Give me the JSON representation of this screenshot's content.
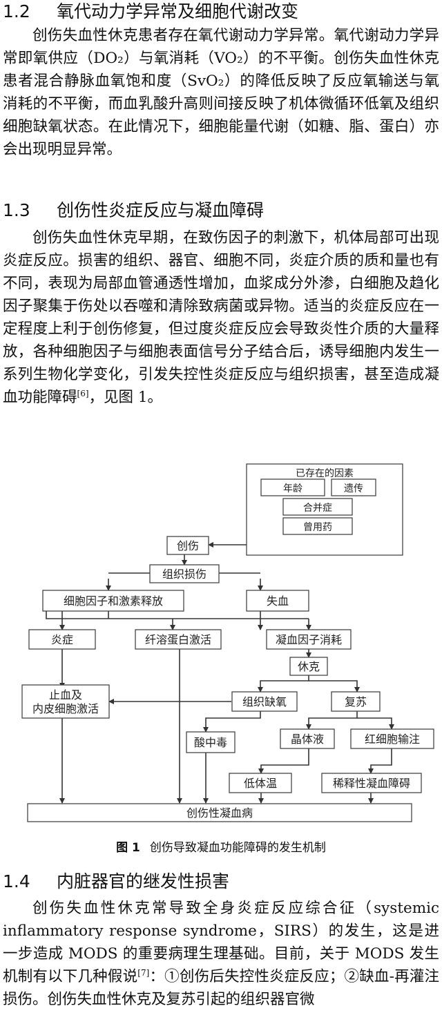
{
  "sections": [
    {
      "number": "1.2",
      "title": "氧代动力学异常及细胞代谢改变",
      "paragraph": "创伤失血性休克患者存在氧代谢动力学异常。氧代谢动力学异常即氧供应（DO₂）与氧消耗（VO₂）的不平衡。创伤失血性休克患者混合静脉血氧饱和度（SvO₂）的降低反映了反应氧输送与氧消耗的不平衡，而血乳酸升高则间接反映了机体微循环低氧及组织细胞缺氧状态。在此情况下，细胞能量代谢（如糖、脂、蛋白）亦会出现明显异常。"
    },
    {
      "number": "1.3",
      "title": "创伤性炎症反应与凝血障碍",
      "paragraph": "创伤失血性休克早期，在致伤因子的刺激下，机体局部可出现炎症反应。损害的组织、器官、细胞不同，炎症介质的质和量也有不同，表现为局部血管通透性增加，血浆成分外渗，白细胞及趋化因子聚集于伤处以吞噬和清除致病菌或异物。适当的炎症反应在一定程度上利于创伤修复，但过度炎症反应会导致炎性介质的大量释放，各种细胞因子与细胞表面信号分子结合后，诱导细胞内发生一系列生物化学变化，引发失控性炎症反应与组织损害，甚至造成凝血功能障碍",
      "citation": "[6]",
      "tail": "，见图 1。"
    },
    {
      "number": "1.4",
      "title": "内脏器官的继发性损害",
      "paragraph_a": "创伤失血性休克常导致全身炎症反应综合征（systemic inflammatory response syndrome，SIRS）的发生，这是进一步造成 MODS 的重要病理生理基础。目前，关于 MODS 发生机制有以下几种假说",
      "citation": "[7]",
      "paragraph_b": "：①创伤后失控性炎症反应；②缺血-再灌注损伤。创伤失血性休克及复苏引起的组织器官微"
    }
  ],
  "figure": {
    "label": "图 1",
    "caption": "创伤导致凝血功能障碍的发生机制",
    "nodes": {
      "preexisting": "已存在的因素",
      "age": "年龄",
      "genetics": "遗传",
      "comorbidity": "合并症",
      "medication": "曾用药",
      "trauma": "创伤",
      "tissue_injury": "组织损伤",
      "cytokine_release": "细胞因子和激素释放",
      "blood_loss": "失血",
      "inflammation": "炎症",
      "fibrinolysis": "纤溶蛋白激活",
      "factor_consumption": "凝血因子消耗",
      "shock": "休克",
      "hemostasis_1": "止血及",
      "hemostasis_2": "内皮细胞激活",
      "hypoxia": "组织缺氧",
      "resuscitation": "复苏",
      "acidosis": "酸中毒",
      "crystalloid": "晶体液",
      "rbc_transfusion": "红细胞输注",
      "hypothermia": "低体温",
      "dilution": "稀释性凝血障碍",
      "coagulopathy": "创伤性凝血病"
    }
  }
}
